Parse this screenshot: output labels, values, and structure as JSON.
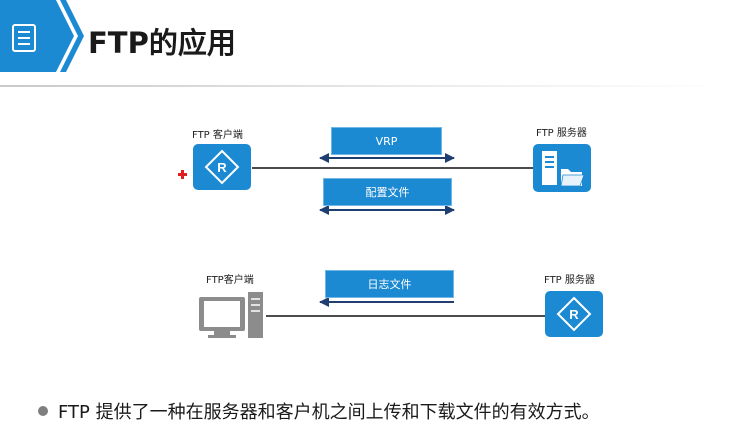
{
  "header": {
    "title": "FTP的应用",
    "icon": "document-icon",
    "accent": "#1b8ad2"
  },
  "diagram": {
    "top": {
      "client_label": "FTP 客户端",
      "server_label": "FTP 服务器",
      "client_icon": "router-icon",
      "server_icon": "file-server-icon",
      "transfers": [
        "VRP",
        "配置文件"
      ]
    },
    "bottom": {
      "client_label": "FTP客户端",
      "server_label": "FTP 服务器",
      "client_icon": "pc-icon",
      "server_icon": "router-icon",
      "transfers": [
        "日志文件"
      ]
    }
  },
  "bullet": {
    "text": "FTP 提供了一种在服务器和客户机之间上传和下载文件的有效方式。"
  }
}
